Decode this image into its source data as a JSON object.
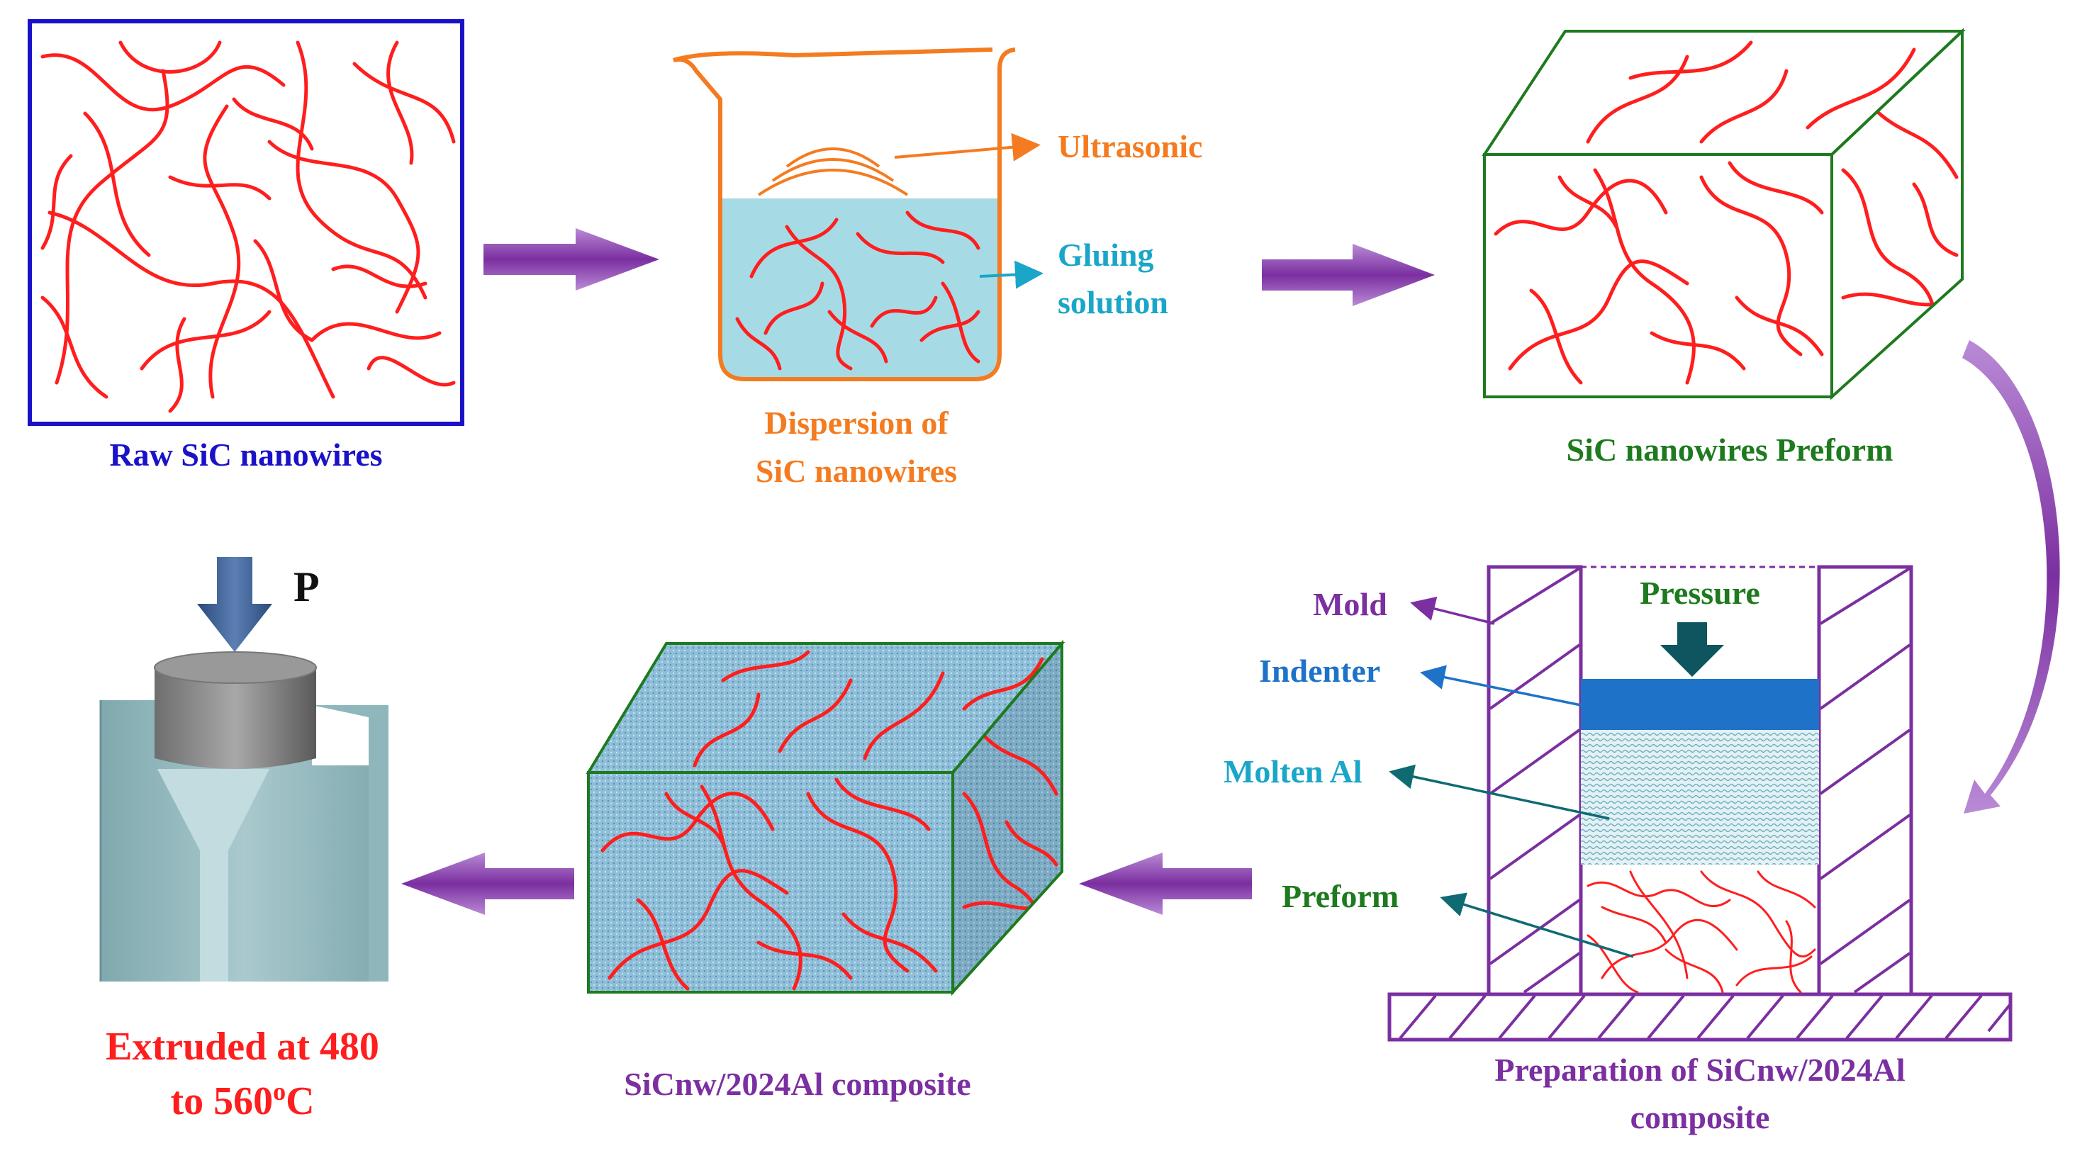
{
  "colors": {
    "wire": "#ff1e1e",
    "blue_frame": "#1a12c8",
    "orange": "#f47b20",
    "cyan": "#1aa6c8",
    "green": "#1e7a1e",
    "purple": "#7b2fa0",
    "teal": "#0e6b72",
    "red_text": "#ff1e1e",
    "indenter": "#1e73c8",
    "liquid": "#a6dbe6"
  },
  "steps": {
    "raw": {
      "label": "Raw SiC nanowires"
    },
    "dispersion": {
      "label_line1": "Dispersion of",
      "label_line2": "SiC nanowires",
      "ultrasonic": "Ultrasonic",
      "gluing_line1": "Gluing",
      "gluing_line2": "solution"
    },
    "preform": {
      "label": "SiC nanowires Preform"
    },
    "preparation": {
      "label_line1": "Preparation of SiCnw/2024Al",
      "label_line2": "composite",
      "mold": "Mold",
      "pressure": "Pressure",
      "indenter": "Indenter",
      "molten": "Molten Al",
      "preform_lbl": "Preform"
    },
    "composite": {
      "label": "SiCnw/2024Al composite"
    },
    "extrusion": {
      "pressure_symbol": "P",
      "label_line1": "Extruded at 480",
      "label_line2_pre": "to  560",
      "label_sup": "o",
      "label_unit": "C"
    }
  }
}
